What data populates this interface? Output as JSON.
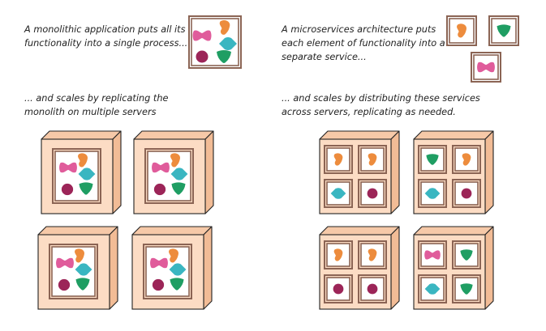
{
  "monolith": {
    "caption_lines": [
      "A monolithic application puts all its",
      "functionality into a single process..."
    ],
    "scale_caption_lines": [
      "... and scales by replicating the",
      "monolith on multiple servers"
    ]
  },
  "microservices": {
    "caption_lines": [
      "A microservices architecture puts",
      "each element of functionality into a",
      "separate service..."
    ],
    "scale_caption_lines": [
      "... and scales by distributing these services",
      "across servers, replicating as needed."
    ]
  },
  "palette": {
    "server_fill": "#fcdcc4",
    "server_top": "#f6c9a8",
    "server_side": "#f2bc96",
    "outline": "#222222",
    "frame": "#8b6454",
    "pink": "#e05c9b",
    "orange": "#ed8c3d",
    "teal": "#3ab6c1",
    "maroon": "#9c2558",
    "green": "#1f9e63"
  },
  "icons": [
    "pink-bowtie-icon",
    "orange-blob-icon",
    "teal-diamond-icon",
    "maroon-circle-icon",
    "green-shield-icon"
  ]
}
